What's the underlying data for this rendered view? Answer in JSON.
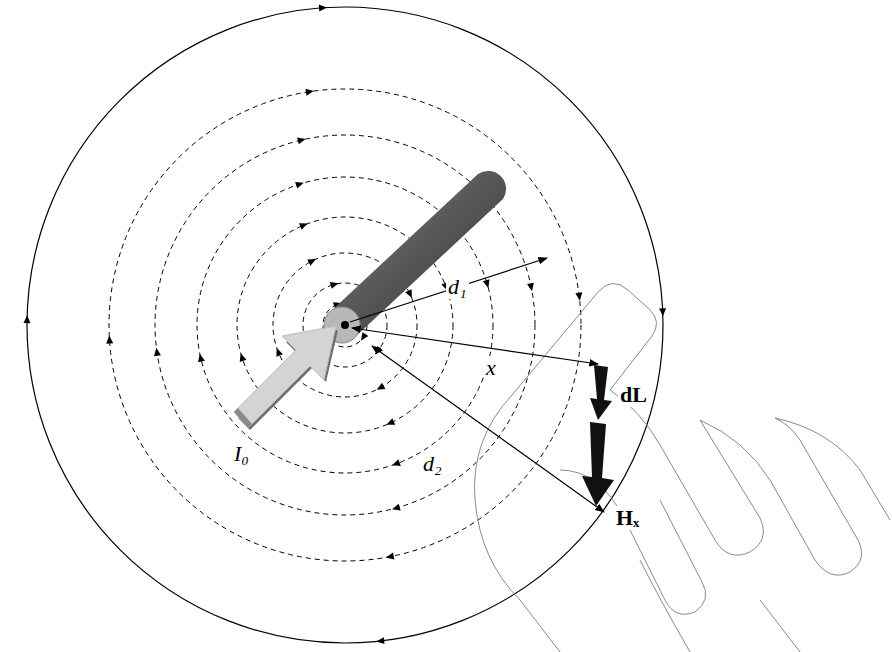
{
  "diagram": {
    "labels": [
      "d₁",
      "x",
      "d₂",
      "dL",
      "Hₓ",
      "I₀"
    ]
  }
}
